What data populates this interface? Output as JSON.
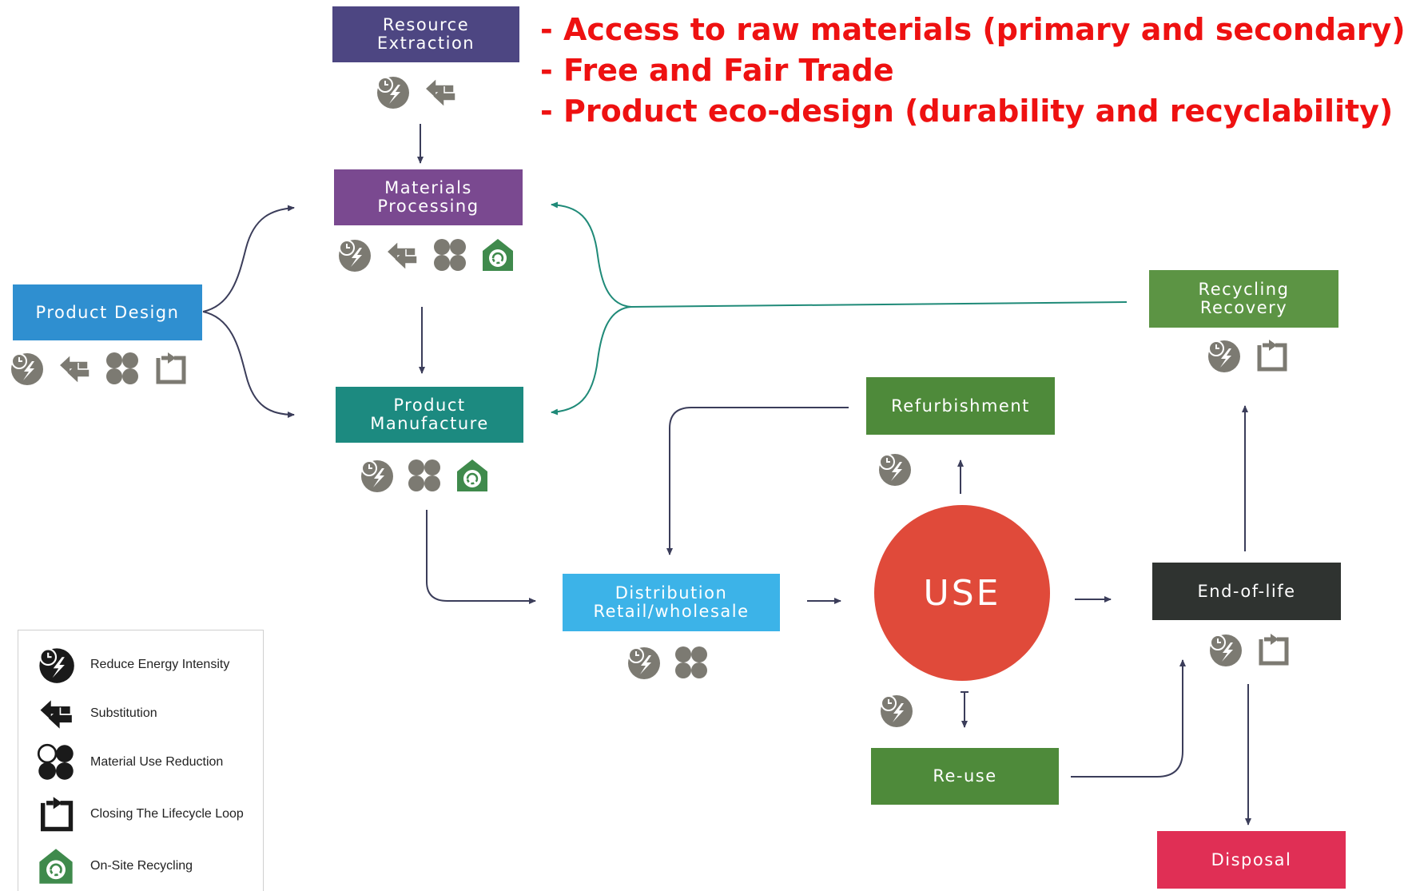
{
  "headline": [
    "- Access to raw materials (primary and secondary)",
    "- Free and Fair Trade",
    "- Product eco-design (durability and recyclability)"
  ],
  "stages": {
    "resource_extraction": [
      "Resource",
      "Extraction"
    ],
    "materials_processing": [
      "Materials",
      "Processing"
    ],
    "product_design": [
      "Product Design"
    ],
    "product_manufacture": [
      "Product",
      "Manufacture"
    ],
    "distribution": [
      "Distribution",
      "Retail/wholesale"
    ],
    "refurbishment": [
      "Refurbishment"
    ],
    "use": "USE",
    "end_of_life": [
      "End-of-life"
    ],
    "recycling_recovery": [
      "Recycling",
      "Recovery"
    ],
    "re_use": [
      "Re-use"
    ],
    "disposal": [
      "Disposal"
    ]
  },
  "legend": [
    {
      "icon": "reduce-energy-intensity-icon",
      "label": "Reduce Energy Intensity"
    },
    {
      "icon": "substitution-icon",
      "label": "Substitution"
    },
    {
      "icon": "material-use-reduction-icon",
      "label": "Material Use Reduction"
    },
    {
      "icon": "closing-lifecycle-loop-icon",
      "label": "Closing The Lifecycle Loop"
    },
    {
      "icon": "on-site-recycling-icon",
      "label": "On-Site Recycling"
    }
  ],
  "colors": {
    "headline": "#ee1111",
    "resource_extraction": "#4d4682",
    "materials_processing": "#7a4990",
    "product_design": "#2f8fd0",
    "product_manufacture": "#1c8a80",
    "distribution": "#3cb3e8",
    "refurbishment": "#4e8a3a",
    "use": "#e04a3a",
    "end_of_life": "#2f3330",
    "recycling_recovery": "#5c9444",
    "re_use": "#4e8a3a",
    "disposal": "#e02f55",
    "icon_gray": "#7c7a72",
    "icon_green": "#3f8a4c",
    "arrow_dark": "#3b3d5a",
    "arrow_teal": "#1f8a78"
  }
}
